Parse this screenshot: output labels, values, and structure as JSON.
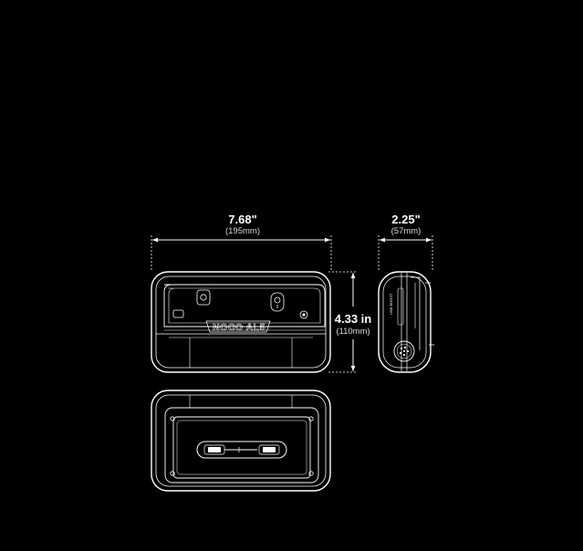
{
  "dimensions": {
    "width": {
      "imperial": "7.68\"",
      "metric": "(195mm)"
    },
    "depth": {
      "imperial": "2.25\"",
      "metric": "(57mm)"
    },
    "height": {
      "imperial": "4.33 in",
      "metric": "(110mm)"
    }
  },
  "product": {
    "logo_text": "NOCO AL5",
    "side_label": "USB BOOST"
  },
  "colors": {
    "background": "#000000",
    "linework": "#ffffff",
    "dim_text": "#ffffff",
    "dim_subtext": "#d8d8d8"
  }
}
